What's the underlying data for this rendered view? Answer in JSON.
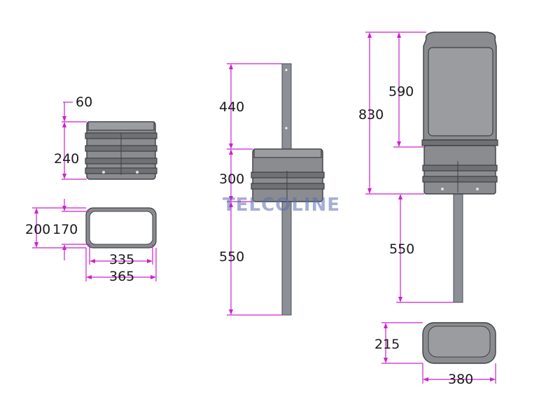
{
  "watermark": "TELCOLINE",
  "colors": {
    "dimension_line": "#cc22cc",
    "body": "#8a8c8f",
    "outline": "#3e4044",
    "pole": "#8c9096",
    "watermark": "#5b6db0"
  },
  "left_view": {
    "dim_top_offset": "60",
    "dim_height": "240",
    "dim_outer_depth": "200",
    "dim_inner_depth": "170",
    "dim_inner_width": "335",
    "dim_outer_width": "365"
  },
  "middle_view": {
    "dim_pole_top": "440",
    "dim_bin_height": "300",
    "dim_pole_bottom": "550"
  },
  "right_view": {
    "dim_total_height": "830",
    "dim_upper_height": "590",
    "dim_pole_below": "550",
    "dim_plan_depth": "215",
    "dim_plan_width": "380"
  }
}
